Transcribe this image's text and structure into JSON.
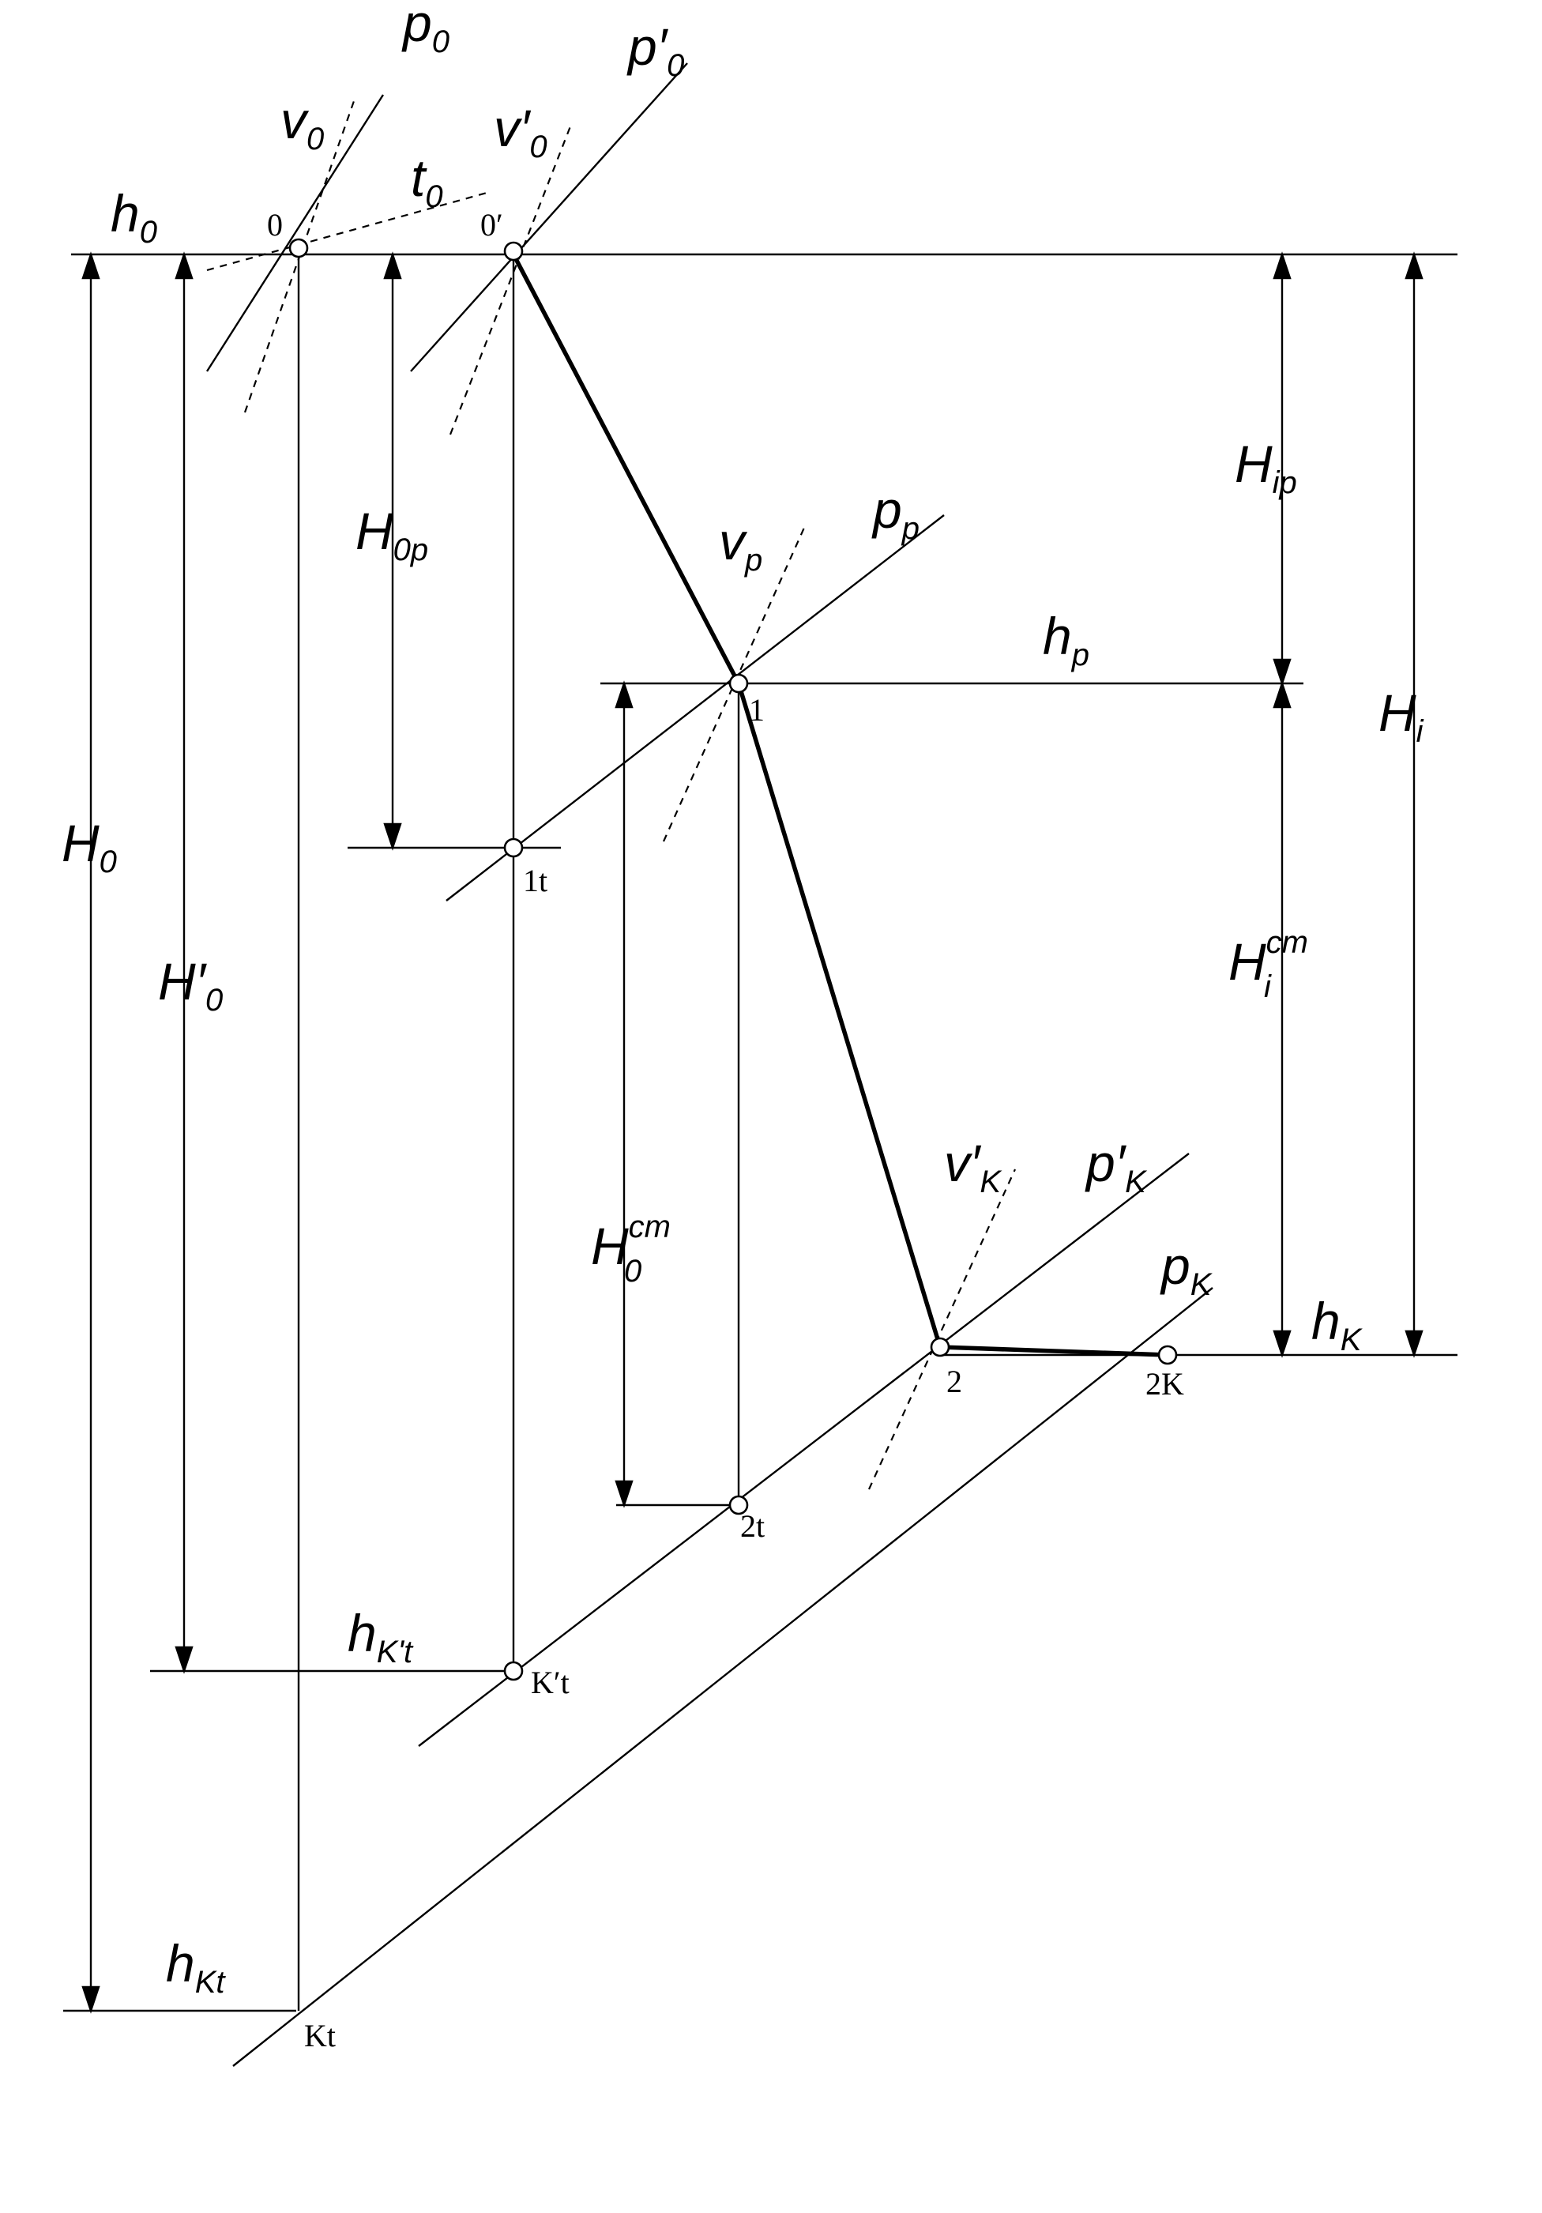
{
  "diagram": {
    "enthalpy_levels": {
      "h0": {
        "main": "h",
        "sub": "0"
      },
      "hp": {
        "main": "h",
        "sub": "p"
      },
      "hk": {
        "main": "h",
        "sub": "K"
      },
      "hkt_prime": {
        "main": "h",
        "sub": "K't"
      },
      "hkt": {
        "main": "h",
        "sub": "Kt"
      }
    },
    "isobars": {
      "p0": {
        "main": "p",
        "sub": "0"
      },
      "p0_prime": {
        "main": "p′",
        "sub": "0"
      },
      "pp": {
        "main": "p",
        "sub": "p"
      },
      "pk_prime": {
        "main": "p′",
        "sub": "K"
      },
      "pk": {
        "main": "p",
        "sub": "K"
      }
    },
    "isochores": {
      "v0": {
        "main": "v",
        "sub": "0"
      },
      "v0_prime": {
        "main": "v′",
        "sub": "0"
      },
      "vp": {
        "main": "v",
        "sub": "p"
      },
      "vk_prime": {
        "main": "v′",
        "sub": "K"
      }
    },
    "isotherm": {
      "main": "t",
      "sub": "0"
    },
    "heat_drops": {
      "H0": {
        "main": "H",
        "sub": "0"
      },
      "H0_prime": {
        "main": "H′",
        "sub": "0"
      },
      "H0p": {
        "main": "H",
        "sub": "0p"
      },
      "Hip": {
        "main": "H",
        "sub": "ip"
      },
      "Hi": {
        "main": "H",
        "sub": "i"
      },
      "Hi_cm": {
        "main": "H",
        "sub": "i",
        "sup": "cm"
      },
      "H0_cm": {
        "main": "H",
        "sub": "0",
        "sup": "cm"
      }
    },
    "points": {
      "pt0": "0",
      "pt0_prime": "0′",
      "pt1": "1",
      "pt1t": "1t",
      "pt2": "2",
      "pt2t": "2t",
      "pt2k": "2K",
      "ptKprime_t": "K′t",
      "ptKt": "Kt"
    }
  }
}
